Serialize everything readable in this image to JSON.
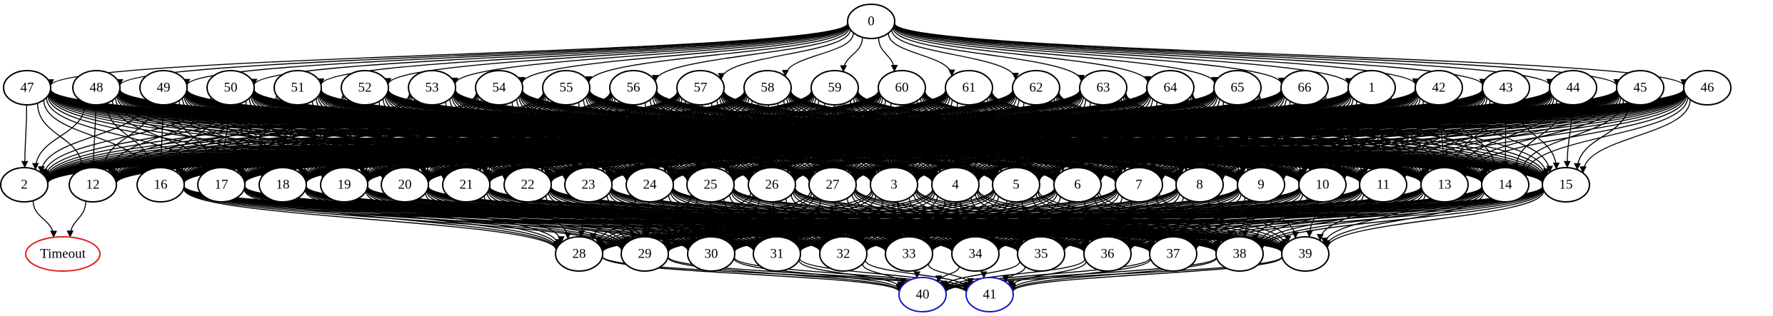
{
  "colors": {
    "default": "#000000",
    "timeout": "#e0201a",
    "terminal": "#1414c8",
    "background": "#ffffff"
  },
  "nodes": [
    {
      "id": "0",
      "label": "0"
    },
    {
      "id": "47",
      "label": "47"
    },
    {
      "id": "48",
      "label": "48"
    },
    {
      "id": "49",
      "label": "49"
    },
    {
      "id": "50",
      "label": "50"
    },
    {
      "id": "51",
      "label": "51"
    },
    {
      "id": "52",
      "label": "52"
    },
    {
      "id": "53",
      "label": "53"
    },
    {
      "id": "54",
      "label": "54"
    },
    {
      "id": "55",
      "label": "55"
    },
    {
      "id": "56",
      "label": "56"
    },
    {
      "id": "57",
      "label": "57"
    },
    {
      "id": "58",
      "label": "58"
    },
    {
      "id": "59",
      "label": "59"
    },
    {
      "id": "60",
      "label": "60"
    },
    {
      "id": "61",
      "label": "61"
    },
    {
      "id": "62",
      "label": "62"
    },
    {
      "id": "63",
      "label": "63"
    },
    {
      "id": "64",
      "label": "64"
    },
    {
      "id": "65",
      "label": "65"
    },
    {
      "id": "66",
      "label": "66"
    },
    {
      "id": "1",
      "label": "1"
    },
    {
      "id": "42",
      "label": "42"
    },
    {
      "id": "43",
      "label": "43"
    },
    {
      "id": "44",
      "label": "44"
    },
    {
      "id": "45",
      "label": "45"
    },
    {
      "id": "46",
      "label": "46"
    },
    {
      "id": "2",
      "label": "2"
    },
    {
      "id": "12",
      "label": "12"
    },
    {
      "id": "16",
      "label": "16"
    },
    {
      "id": "17",
      "label": "17"
    },
    {
      "id": "18",
      "label": "18"
    },
    {
      "id": "19",
      "label": "19"
    },
    {
      "id": "20",
      "label": "20"
    },
    {
      "id": "21",
      "label": "21"
    },
    {
      "id": "22",
      "label": "22"
    },
    {
      "id": "23",
      "label": "23"
    },
    {
      "id": "24",
      "label": "24"
    },
    {
      "id": "25",
      "label": "25"
    },
    {
      "id": "26",
      "label": "26"
    },
    {
      "id": "27",
      "label": "27"
    },
    {
      "id": "3",
      "label": "3"
    },
    {
      "id": "4",
      "label": "4"
    },
    {
      "id": "5",
      "label": "5"
    },
    {
      "id": "6",
      "label": "6"
    },
    {
      "id": "7",
      "label": "7"
    },
    {
      "id": "8",
      "label": "8"
    },
    {
      "id": "9",
      "label": "9"
    },
    {
      "id": "10",
      "label": "10"
    },
    {
      "id": "11",
      "label": "11"
    },
    {
      "id": "13",
      "label": "13"
    },
    {
      "id": "14",
      "label": "14"
    },
    {
      "id": "15",
      "label": "15"
    },
    {
      "id": "Timeout",
      "label": "Timeout",
      "color": "timeout"
    },
    {
      "id": "28",
      "label": "28"
    },
    {
      "id": "29",
      "label": "29"
    },
    {
      "id": "30",
      "label": "30"
    },
    {
      "id": "31",
      "label": "31"
    },
    {
      "id": "32",
      "label": "32"
    },
    {
      "id": "33",
      "label": "33"
    },
    {
      "id": "34",
      "label": "34"
    },
    {
      "id": "35",
      "label": "35"
    },
    {
      "id": "36",
      "label": "36"
    },
    {
      "id": "37",
      "label": "37"
    },
    {
      "id": "38",
      "label": "38"
    },
    {
      "id": "39",
      "label": "39"
    },
    {
      "id": "40",
      "label": "40",
      "color": "terminal"
    },
    {
      "id": "41",
      "label": "41",
      "color": "terminal"
    }
  ],
  "edges": {
    "explicit": [
      [
        "2",
        "Timeout"
      ],
      [
        "12",
        "Timeout"
      ],
      [
        "28",
        "40"
      ],
      [
        "29",
        "40"
      ],
      [
        "30",
        "40"
      ],
      [
        "31",
        "40"
      ],
      [
        "32",
        "40"
      ],
      [
        "33",
        "40"
      ],
      [
        "34",
        "40"
      ],
      [
        "35",
        "40"
      ],
      [
        "36",
        "40"
      ],
      [
        "37",
        "40"
      ],
      [
        "38",
        "40"
      ],
      [
        "39",
        "40"
      ],
      [
        "28",
        "41"
      ],
      [
        "29",
        "41"
      ],
      [
        "30",
        "41"
      ],
      [
        "31",
        "41"
      ],
      [
        "32",
        "41"
      ],
      [
        "33",
        "41"
      ],
      [
        "34",
        "41"
      ],
      [
        "35",
        "41"
      ],
      [
        "36",
        "41"
      ],
      [
        "37",
        "41"
      ],
      [
        "38",
        "41"
      ],
      [
        "39",
        "41"
      ]
    ],
    "root_to_all_level1": true,
    "level1_to_all_level2": true,
    "level2_ids_feeding_level3": [
      "16",
      "17",
      "18",
      "19",
      "20",
      "21",
      "22",
      "23",
      "24",
      "25",
      "26",
      "27",
      "3",
      "4",
      "5",
      "6",
      "7",
      "8",
      "9",
      "10",
      "11",
      "13",
      "14",
      "15"
    ],
    "level3_ids": [
      "28",
      "29",
      "30",
      "31",
      "32",
      "33",
      "34",
      "35",
      "36",
      "37",
      "38",
      "39"
    ]
  }
}
